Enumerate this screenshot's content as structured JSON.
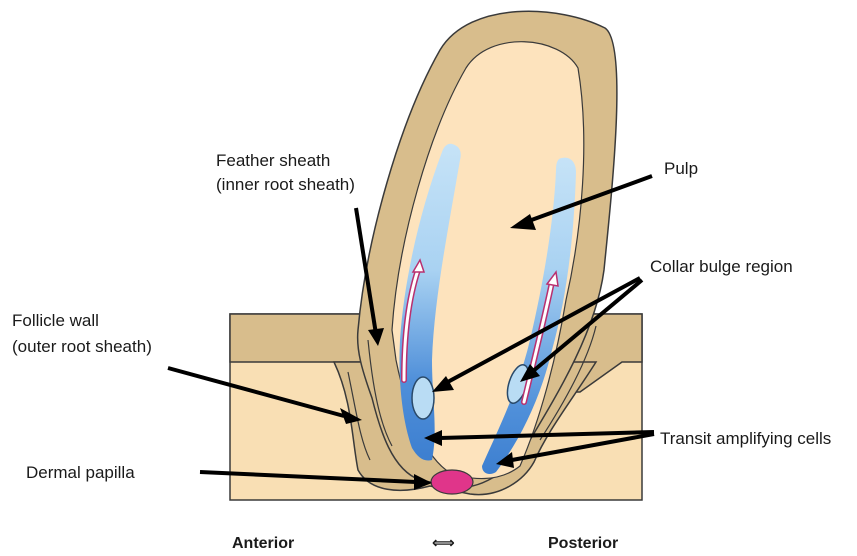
{
  "labels": {
    "feather_sheath_line1": "Feather sheath",
    "feather_sheath_line2": "(inner root sheath)",
    "pulp": "Pulp",
    "collar_bulge": "Collar bulge region",
    "follicle_wall_line1": "Follicle wall",
    "follicle_wall_line2": "(outer root sheath)",
    "transit_amplifying": "Transit amplifying cells",
    "dermal_papilla": "Dermal papilla"
  },
  "axis": {
    "left": "Anterior",
    "right": "Posterior",
    "arrow": "⟺"
  },
  "colors": {
    "skin_tan": "#d8bd8c",
    "skin_light": "#f9dfb4",
    "pulp": "#fde3bd",
    "epithelium_light_blue": "#b9dcf4",
    "epithelium_dark_blue": "#3d7fd0",
    "papilla": "#e0358a",
    "pointer": "#000000",
    "flow_arrow": "#b9306f"
  }
}
